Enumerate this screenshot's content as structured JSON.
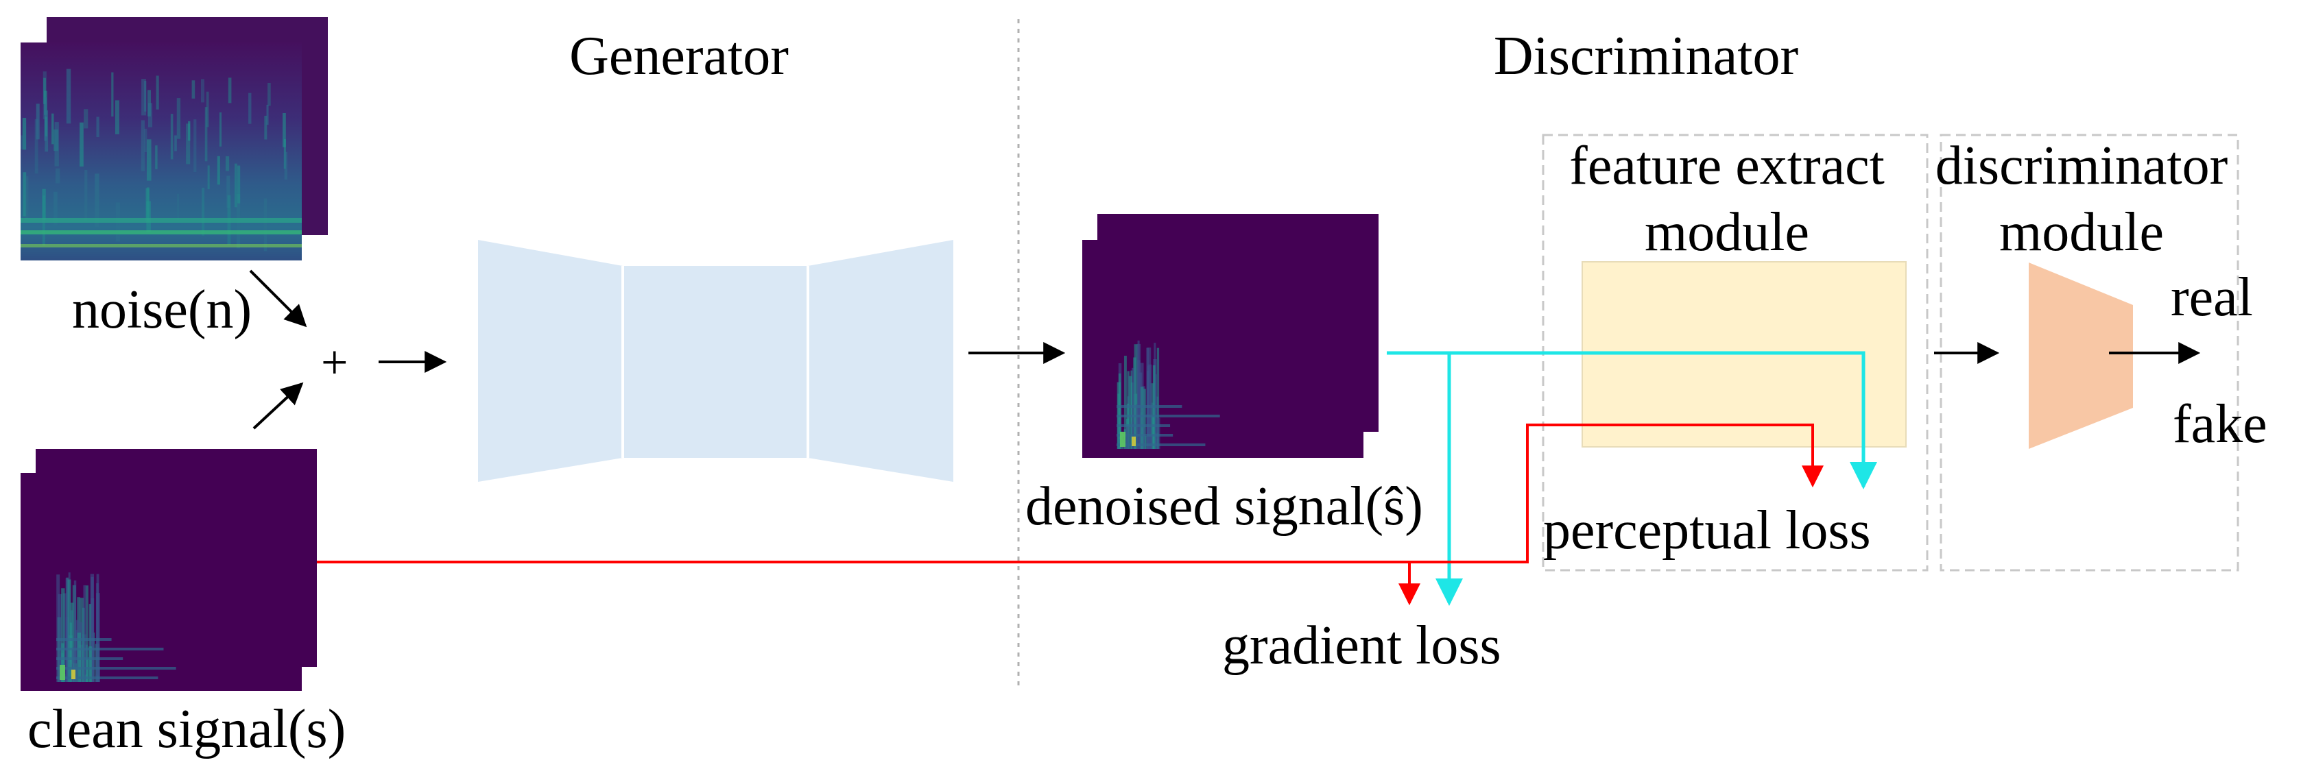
{
  "sections": {
    "generator": "Generator",
    "discriminator": "Discriminator"
  },
  "inputs": {
    "noise_label": "noise(n)",
    "clean_label": "clean signal(s)",
    "plus_symbol": "+"
  },
  "outputs": {
    "denoised_label": "denoised signal(ŝ)"
  },
  "discriminator": {
    "feature_module_line1": "feature extract",
    "feature_module_line2": "module",
    "disc_module_line1": "discriminator",
    "disc_module_line2": "module",
    "real": "real",
    "fake": "fake"
  },
  "losses": {
    "perceptual": "perceptual loss",
    "gradient": "gradient loss"
  },
  "colors": {
    "spectrogram_bg": "#440154",
    "generator_fill": "#dae8f5",
    "feature_fill": "#fff2cc",
    "disc_fill": "#f8c7a5",
    "red_path": "#ff0000",
    "cyan_path": "#1ee6e6",
    "dashed_border": "#c8c8c8"
  },
  "icons": {
    "noise": "noise-spectrogram-icon",
    "clean": "clean-spectrogram-icon",
    "denoised": "denoised-spectrogram-icon"
  }
}
